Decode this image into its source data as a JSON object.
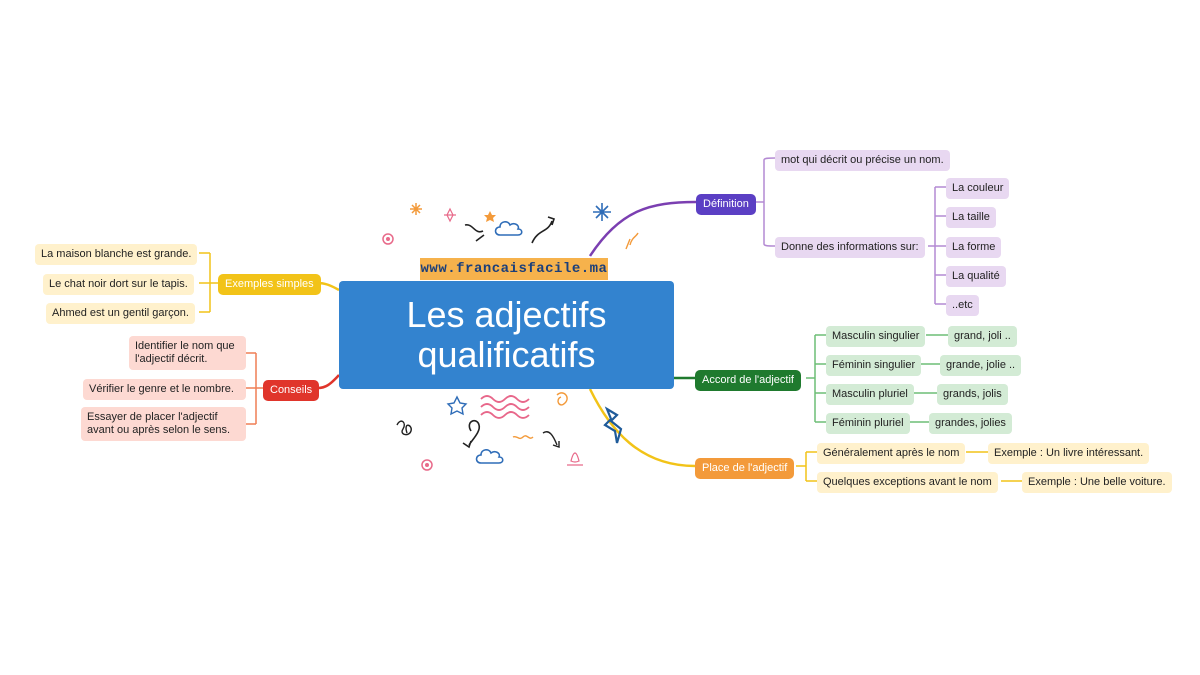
{
  "site": "www.francaisfacile.ma",
  "title_line1": "Les adjectifs",
  "title_line2": "qualificatifs",
  "definition": {
    "label": "Définition",
    "item1": "mot qui décrit ou précise un nom.",
    "item2": "Donne des informations sur:",
    "subitems": [
      "La couleur",
      "La taille",
      "La forme",
      "La qualité",
      "..etc"
    ]
  },
  "accord": {
    "label": "Accord de l'adjectif",
    "rows": [
      {
        "k": "Masculin singulier",
        "v": "grand, joli .."
      },
      {
        "k": "Féminin singulier",
        "v": "grande, jolie .."
      },
      {
        "k": "Masculin pluriel",
        "v": "grands, jolis"
      },
      {
        "k": "Féminin pluriel",
        "v": "grandes, jolies"
      }
    ]
  },
  "place": {
    "label": "Place de l'adjectif",
    "rows": [
      {
        "k": "Généralement après le nom",
        "v": "Exemple : Un livre intéressant."
      },
      {
        "k": "Quelques exceptions avant le nom",
        "v": "Exemple : Une belle voiture."
      }
    ]
  },
  "exemples": {
    "label": "Exemples simples",
    "items": [
      "La maison blanche est grande.",
      "Le chat noir dort sur le tapis.",
      "Ahmed est un gentil garçon."
    ]
  },
  "conseils": {
    "label": "Conseils",
    "items": [
      "Identifier le nom que l'adjectif décrit.",
      "Vérifier le genre et le nombre.",
      "Essayer de placer l'adjectif avant ou après selon le sens."
    ]
  },
  "colors": {
    "central": "#3383cf",
    "definition": "#5b3fc4",
    "accord": "#1f7a2e",
    "place": "#f39a3a",
    "exemples": "#f2c318",
    "conseils": "#e0352b"
  }
}
